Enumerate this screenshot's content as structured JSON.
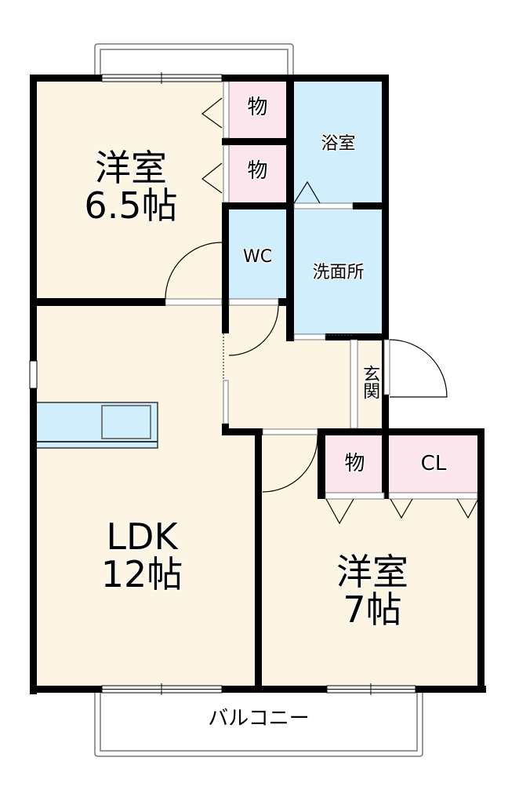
{
  "floorplan": {
    "colors": {
      "room_floor": "#FDF5E3",
      "storage": "#FBE6EE",
      "wet_area": "#D0EEFB",
      "wall": "#000000",
      "background": "#FFFFFF"
    },
    "rooms": {
      "western_room_1": {
        "name": "洋室",
        "size": "6.5帖"
      },
      "ldk": {
        "name": "LDK",
        "size": "12帖"
      },
      "western_room_2": {
        "name": "洋室",
        "size": "7帖"
      },
      "bath": {
        "name": "浴室"
      },
      "washroom": {
        "name": "洗面所"
      },
      "toilet": {
        "name": "WC"
      },
      "entrance": {
        "name": "玄関"
      },
      "storage_1": {
        "name": "物"
      },
      "storage_2": {
        "name": "物"
      },
      "storage_3": {
        "name": "物"
      },
      "closet": {
        "name": "CL"
      },
      "balcony": {
        "name": "バルコニー"
      }
    }
  }
}
